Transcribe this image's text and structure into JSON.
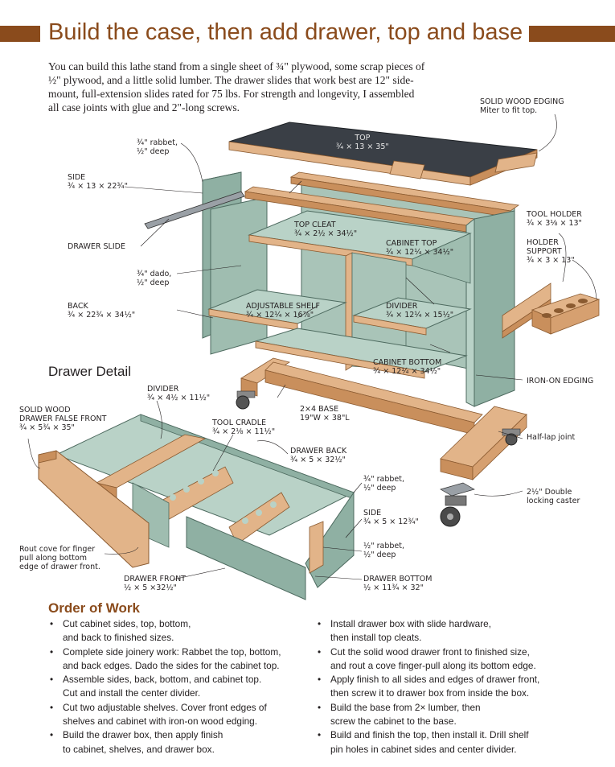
{
  "header": {
    "title": "Build the case, then add drawer, top and base",
    "intro": "You can build this lathe stand from a single sheet of ¾\" plywood, some scrap pieces of ½\" plywood, and a little solid lumber. The drawer slides that work best are 12\" side-mount, full-extension slides rated for 75 lbs. For strength and longevity, I assembled all case joints with glue and 2\"-long screws."
  },
  "labels": {
    "solid_edge": {
      "l1": "SOLID WOOD EDGING",
      "l2": "Miter to fit top."
    },
    "top": {
      "l1": "TOP",
      "l2": "¾ × 13 × 35\""
    },
    "rabbet_top": {
      "l1": "¾\" rabbet,",
      "l2": "½\" deep"
    },
    "side": {
      "l1": "SIDE",
      "l2": "¾ × 13 × 22¾\""
    },
    "drawer_slide": {
      "l1": "DRAWER SLIDE"
    },
    "top_cleat": {
      "l1": "TOP CLEAT",
      "l2": "¾ × 2½ × 34½\""
    },
    "cabinet_top": {
      "l1": "CABINET TOP",
      "l2": "¾ × 12¼ × 34½\""
    },
    "tool_holder": {
      "l1": "TOOL HOLDER",
      "l2": "¾ × 3⅛ × 13\""
    },
    "holder_support": {
      "l1": "HOLDER",
      "l2": "SUPPORT",
      "l3": "¾ × 3 × 13\""
    },
    "dado": {
      "l1": "¾\" dado,",
      "l2": "½\" deep"
    },
    "back": {
      "l1": "BACK",
      "l2": "¾ × 22¾ × 34½\""
    },
    "adjustable_shelf": {
      "l1": "ADJUSTABLE SHELF",
      "l2": "¾ × 12¼ × 16⅞\""
    },
    "divider": {
      "l1": "DIVIDER",
      "l2": "¾ × 12¼ × 15½\""
    },
    "cabinet_bottom": {
      "l1": "CABINET BOTTOM",
      "l2": "¾ × 12¼ × 34½\""
    },
    "iron_on": {
      "l1": "IRON-ON EDGING"
    },
    "base": {
      "l1": "2×4 BASE",
      "l2": "19\"W × 38\"L"
    },
    "half_lap": {
      "l1": "Half-lap joint"
    },
    "caster": {
      "l1": "2½\" Double",
      "l2": "locking caster"
    },
    "drawer_divider": {
      "l1": "DIVIDER",
      "l2": "¾ × 4½ × 11½\""
    },
    "false_front": {
      "l1": "SOLID WOOD",
      "l2": "DRAWER FALSE FRONT",
      "l3": "¾ × 5¾ × 35\""
    },
    "tool_cradle": {
      "l1": "TOOL CRADLE",
      "l2": "¾ × 2⅛ × 11½\""
    },
    "drawer_back": {
      "l1": "DRAWER BACK",
      "l2": "¾ × 5 × 32½\""
    },
    "rabbet_side": {
      "l1": "¾\" rabbet,",
      "l2": "½\" deep"
    },
    "drawer_side": {
      "l1": "SIDE",
      "l2": "¾ × 5 × 12¾\""
    },
    "rabbet_half": {
      "l1": "½\" rabbet,",
      "l2": "½\" deep"
    },
    "rout_cove": {
      "l1": "Rout cove for finger",
      "l2": "pull along bottom",
      "l3": "edge of drawer front."
    },
    "drawer_front": {
      "l1": "DRAWER FRONT",
      "l2": "½ × 5 ×32½\""
    },
    "drawer_bottom": {
      "l1": "DRAWER BOTTOM",
      "l2": "½ × 11¾ × 32\""
    }
  },
  "drawer_detail": {
    "title": "Drawer Detail"
  },
  "order": {
    "title": "Order of Work",
    "left": [
      {
        "l1": "Cut cabinet sides, top, bottom,",
        "l2": "and back to finished sizes."
      },
      {
        "l1": "Complete side joinery work: Rabbet the top, bottom,",
        "l2": "and back edges. Dado the sides for the cabinet top."
      },
      {
        "l1": "Assemble sides, back, bottom, and cabinet top.",
        "l2": "Cut and install the center divider."
      },
      {
        "l1": "Cut two adjustable shelves. Cover front edges of",
        "l2": "shelves and cabinet with iron-on wood edging."
      },
      {
        "l1": "Build the drawer box, then apply finish",
        "l2": "to cabinet, shelves, and drawer box."
      }
    ],
    "right": [
      {
        "l1": "Install drawer box with slide hardware,",
        "l2": "then install top cleats."
      },
      {
        "l1": "Cut the solid wood drawer front to finished size,",
        "l2": "and rout a cove finger-pull along its bottom edge."
      },
      {
        "l1": "Apply finish to all sides and edges of drawer front,",
        "l2": "then screw it to drawer box from inside the box."
      },
      {
        "l1": "Build the base from 2× lumber, then",
        "l2": "screw the cabinet to the base."
      },
      {
        "l1": "Build and finish the top, then install it. Drill shelf",
        "l2": "pin holes in cabinet sides and center divider."
      }
    ]
  },
  "colors": {
    "brand": "#8a4b1c",
    "case": "#8fb0a3",
    "case_light": "#b9d2c7",
    "wood": "#e2b489",
    "wood_dark": "#c98f5c",
    "top": "#3a3f46"
  }
}
